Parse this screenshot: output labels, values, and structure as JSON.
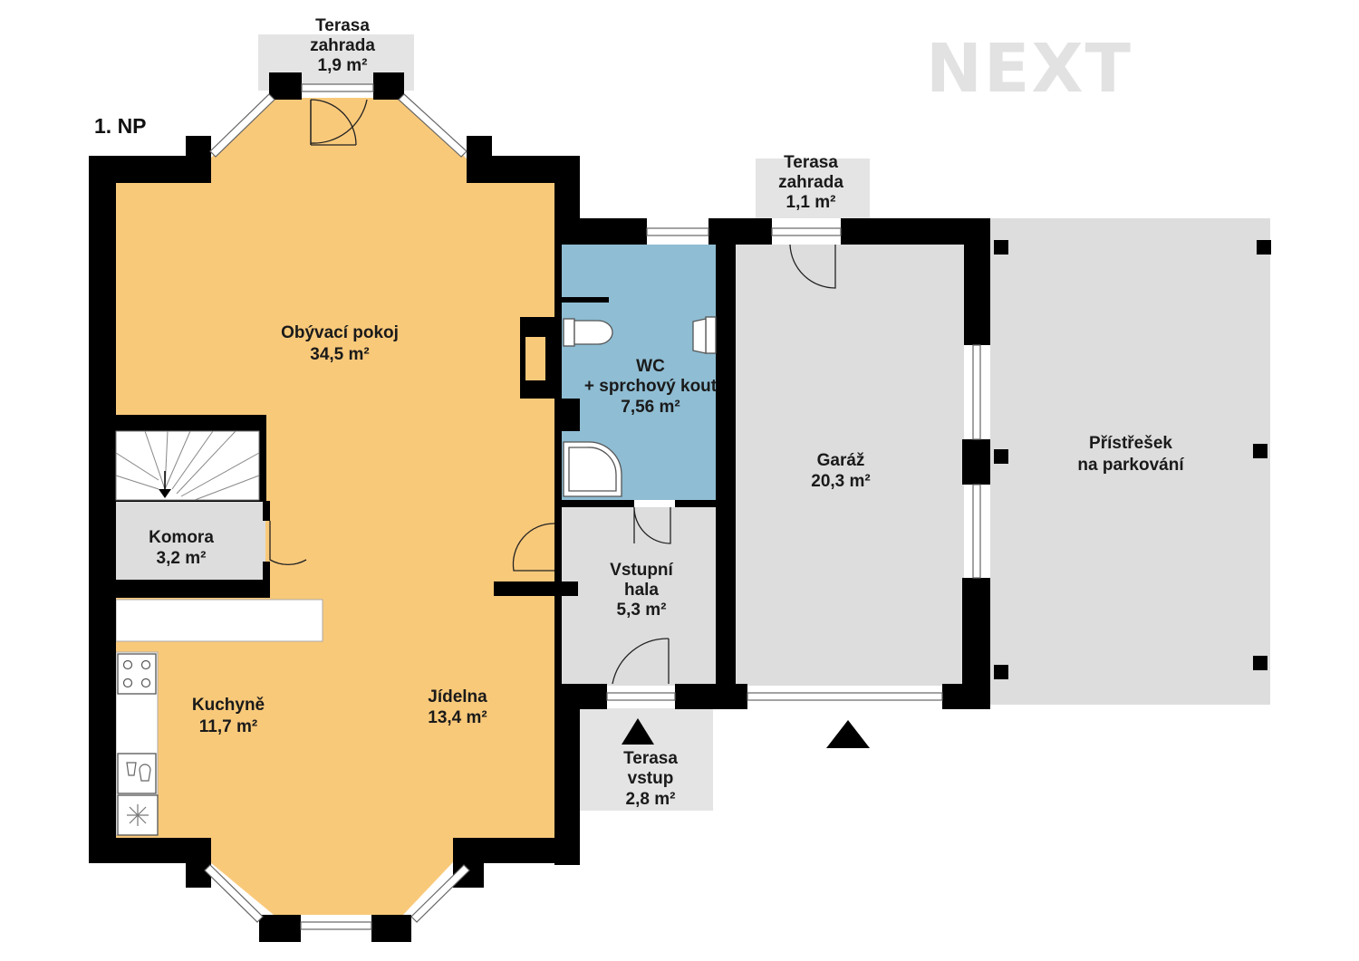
{
  "brand": {
    "logo": "NEXT",
    "logo_color": "#e2e2e2"
  },
  "floor": {
    "label": "1. NP"
  },
  "colors": {
    "living": "#f9c97a",
    "bathroom": "#8fbdd3",
    "service": "#dddddd",
    "terrace": "#e4e4e4",
    "wall": "#000000"
  },
  "rooms": {
    "living": {
      "name": "Obývací pokoj",
      "area": "34,5 m²"
    },
    "wc": {
      "name": "WC",
      "name2": "+ sprchový kout",
      "area": "7,56 m²"
    },
    "garage": {
      "name": "Garáž",
      "area": "20,3 m²"
    },
    "carport": {
      "name": "Přístřešek",
      "name2": "na parkování"
    },
    "storage": {
      "name": "Komora",
      "area": "3,2 m²"
    },
    "hall": {
      "name": "Vstupní",
      "name2": "hala",
      "area": "5,3 m²"
    },
    "kitchen": {
      "name": "Kuchyně",
      "area": "11,7 m²"
    },
    "dining": {
      "name": "Jídelna",
      "area": "13,4 m²"
    },
    "terrace_garden_1": {
      "name": "Terasa",
      "name2": "zahrada",
      "area": "1,9 m²"
    },
    "terrace_garden_2": {
      "name": "Terasa",
      "name2": "zahrada",
      "area": "1,1 m²"
    },
    "terrace_entry": {
      "name": "Terasa",
      "name2": "vstup",
      "area": "2,8 m²"
    }
  },
  "icons": [
    "toilet-icon",
    "sink-icon",
    "shower-icon",
    "stove-icon",
    "dishwasher-icon",
    "washing-machine-icon",
    "staircase-icon",
    "entrance-arrow-icon"
  ]
}
